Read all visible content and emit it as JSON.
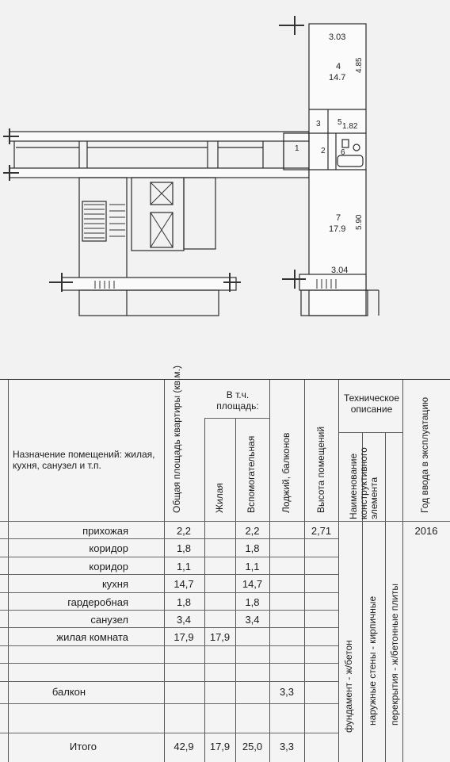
{
  "plan": {
    "rooms": [
      {
        "num": "4",
        "area": "14.7"
      },
      {
        "num": "5",
        "area": "1.82"
      },
      {
        "num": "3",
        "area": ""
      },
      {
        "num": "1",
        "area": ""
      },
      {
        "num": "2",
        "area": ""
      },
      {
        "num": "6",
        "area": ""
      },
      {
        "num": "7",
        "area": "17.9"
      }
    ],
    "dims": [
      "3.03",
      "4.85",
      "5.90",
      "3.04"
    ]
  },
  "table": {
    "header": {
      "purpose": "Назначение помещений: жилая, кухня, санузел и т.п.",
      "total_area": "Общая площадь квартиры (кв.м.)",
      "incl_area": "В т.ч. площадь:",
      "living": "Жилая",
      "auxiliary": "Вспомогательная",
      "loggia": "Лоджий, балконов",
      "height": "Высота помещений",
      "tech_desc": "Техническое описание",
      "element_name": "Наименование конструктивного элемента",
      "year": "Год ввода в эксплуатацию"
    },
    "rows": [
      {
        "name": "прихожая",
        "total": "2,2",
        "living": "",
        "aux": "2,2",
        "loggia": "",
        "height": "2,71"
      },
      {
        "name": "коридор",
        "total": "1,8",
        "living": "",
        "aux": "1,8",
        "loggia": "",
        "height": ""
      },
      {
        "name": "коридор",
        "total": "1,1",
        "living": "",
        "aux": "1,1",
        "loggia": "",
        "height": ""
      },
      {
        "name": "кухня",
        "total": "14,7",
        "living": "",
        "aux": "14,7",
        "loggia": "",
        "height": ""
      },
      {
        "name": "гардеробная",
        "total": "1,8",
        "living": "",
        "aux": "1,8",
        "loggia": "",
        "height": ""
      },
      {
        "name": "санузел",
        "total": "3,4",
        "living": "",
        "aux": "3,4",
        "loggia": "",
        "height": ""
      },
      {
        "name": "жилая комната",
        "total": "17,9",
        "living": "17,9",
        "aux": "",
        "loggia": "",
        "height": ""
      },
      {
        "name": "",
        "total": "",
        "living": "",
        "aux": "",
        "loggia": "",
        "height": ""
      },
      {
        "name": "балкон",
        "total": "",
        "living": "",
        "aux": "",
        "loggia": "3,3",
        "height": ""
      }
    ],
    "year_value": "2016",
    "elements": [
      "фундамент - ж/бетон",
      "наружные стены - кирпичные",
      "перекрытия - ж/бетонные плиты"
    ],
    "total": {
      "label": "Итого",
      "total": "42,9",
      "living": "17,9",
      "aux": "25,0",
      "loggia": "3,3"
    }
  }
}
